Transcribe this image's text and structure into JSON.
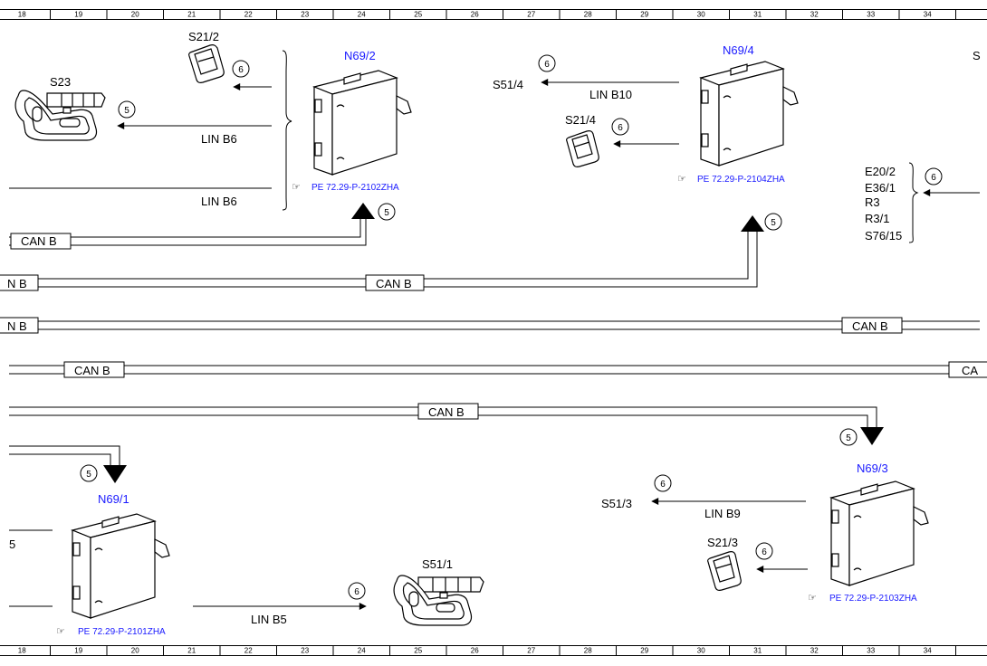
{
  "ruler": {
    "columns": [
      "18",
      "19",
      "20",
      "21",
      "22",
      "23",
      "24",
      "25",
      "26",
      "27",
      "28",
      "29",
      "30",
      "31",
      "32",
      "33",
      "34"
    ]
  },
  "components": {
    "n69_2": "N69/2",
    "n69_4": "N69/4",
    "n69_1": "N69/1",
    "n69_3": "N69/3",
    "s23": "S23",
    "s21_2": "S21/2",
    "s21_4": "S21/4",
    "s21_3": "S21/3",
    "s51_1": "S51/1",
    "s51_4": "S51/4",
    "s51_3": "S51/3",
    "edge_s": "S"
  },
  "references": {
    "n69_2": "PE 72.29-P-2102ZHA",
    "n69_4": "PE 72.29-P-2104ZHA",
    "n69_1": "PE 72.29-P-2101ZHA",
    "n69_3": "PE 72.29-P-2103ZHA"
  },
  "lines": {
    "lin_b6_a": "LIN B6",
    "lin_b6_b": "LIN B6",
    "lin_b10": "LIN B10",
    "lin_b9": "LIN B9",
    "lin_b5": "LIN B5",
    "edge_5": "5"
  },
  "bus": {
    "can_b_1": "CAN B",
    "n_b_2": "N B",
    "can_b_2": "CAN B",
    "n_b_3": "N B",
    "can_b_3": "CAN B",
    "can_b_4": "CAN B",
    "ca_4": "CA",
    "can_b_5": "CAN B"
  },
  "group_list": [
    "E20/2",
    "E36/1",
    "R3",
    "R3/1",
    "S76/15"
  ],
  "markers": {
    "five": "5",
    "six": "6"
  }
}
